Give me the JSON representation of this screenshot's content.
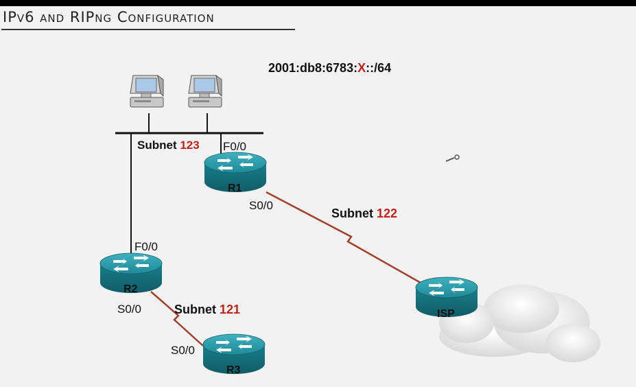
{
  "title": "IPv6 and RIPng Configuration",
  "prefix": {
    "part1": "2001:db8:6783:",
    "variable": "X",
    "part2": "::/64"
  },
  "subnets": {
    "lan": {
      "word": "Subnet",
      "number": "123"
    },
    "r1_isp": {
      "word": "Subnet",
      "number": "122"
    },
    "r2_r3": {
      "word": "Subnet",
      "number": "121"
    }
  },
  "interfaces": {
    "r1_fa": "F0/0",
    "r1_s": "S0/0",
    "r2_fa": "F0/0",
    "r2_s": "S0/0",
    "r3_s": "S0/0"
  },
  "routers": {
    "r1": "R1",
    "r2": "R2",
    "r3": "R3",
    "isp": "ISP"
  },
  "colors": {
    "accent": "#c0211b",
    "router": "#1f8a98",
    "serial_link": "#a0402c"
  }
}
